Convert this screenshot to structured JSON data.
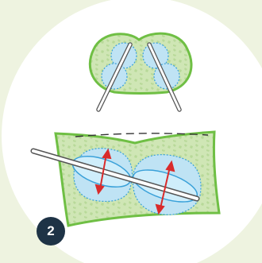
{
  "step": {
    "number": "2"
  },
  "colors": {
    "background": "#eef3e0",
    "circle": "#ffffff",
    "tissue_fill": "#cfe6b5",
    "tissue_stroke": "#6fbf44",
    "lobe_fill": "#bfe3f4",
    "lobe_stroke": "#3aa1d9",
    "arrow": "#d92b2b",
    "instrument": "#555555",
    "badge": "#1e3346"
  },
  "icons": {
    "top_view": "dilation-cross-section",
    "bottom_view": "side-view-balloon-dilation"
  }
}
